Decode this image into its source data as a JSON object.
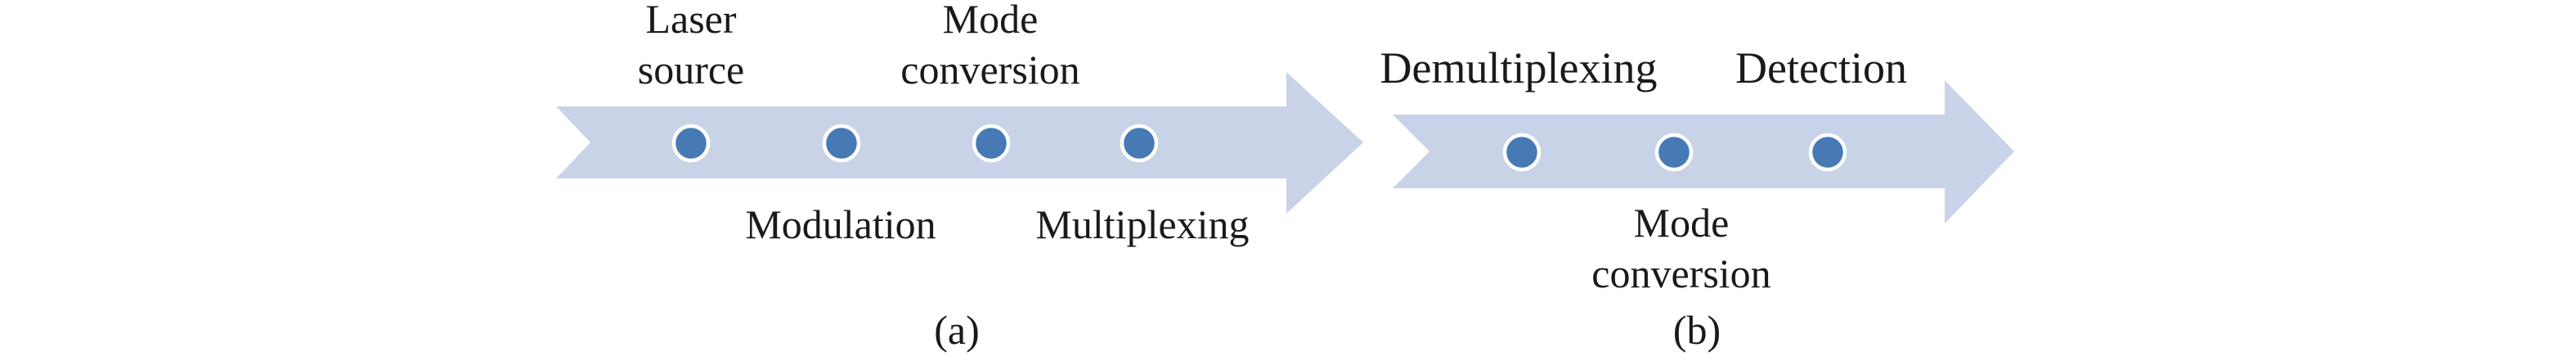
{
  "colors": {
    "arrow_fill": "#c9d3e7",
    "dot_fill": "#4779b4",
    "dot_ring": "#fcfeff",
    "text": "#1a1a1a",
    "background": "#ffffff"
  },
  "panels": {
    "a": {
      "caption": "(a)",
      "steps": [
        {
          "label": "Laser source",
          "position": "above"
        },
        {
          "label": "Modulation",
          "position": "below"
        },
        {
          "label": "Mode conversion",
          "position": "above"
        },
        {
          "label": "Multiplexing",
          "position": "below"
        }
      ]
    },
    "b": {
      "caption": "(b)",
      "steps": [
        {
          "label": "Demultiplexing",
          "position": "above"
        },
        {
          "label": "Mode conversion",
          "position": "below"
        },
        {
          "label": "Detection",
          "position": "above"
        }
      ]
    }
  }
}
